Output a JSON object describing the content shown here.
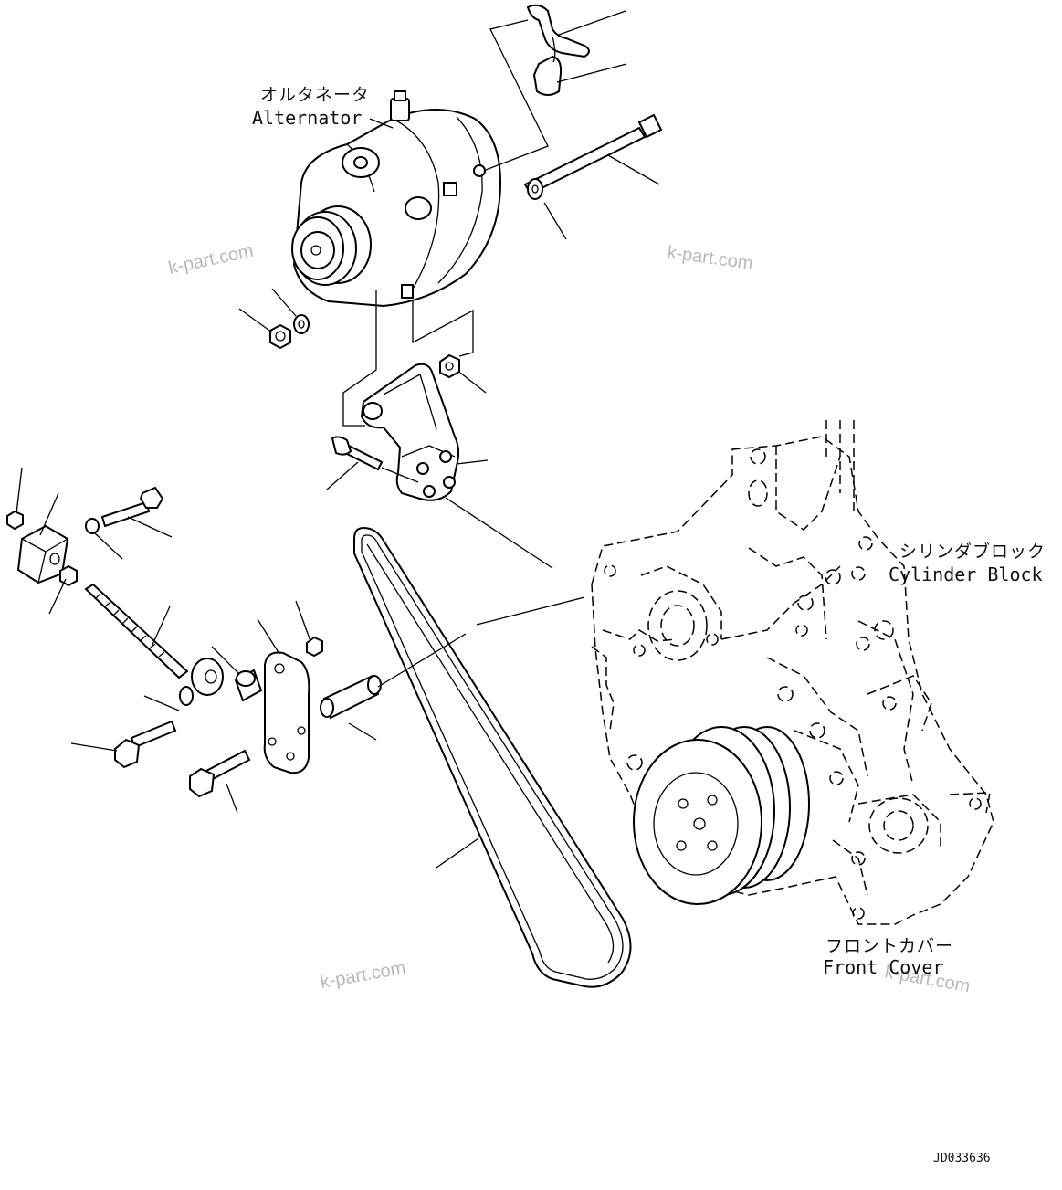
{
  "labels": {
    "alternator_jp": "オルタネータ",
    "alternator_en": "Alternator",
    "cylinder_block_jp": "シリンダブロック",
    "cylinder_block_en": "Cylinder Block",
    "front_cover_jp": "フロントカバー",
    "front_cover_en": "Front Cover"
  },
  "watermarks": [
    "k-part.com",
    "k-part.com",
    "k-part.com",
    "k-part.com"
  ],
  "drawing_code": "JD033636"
}
